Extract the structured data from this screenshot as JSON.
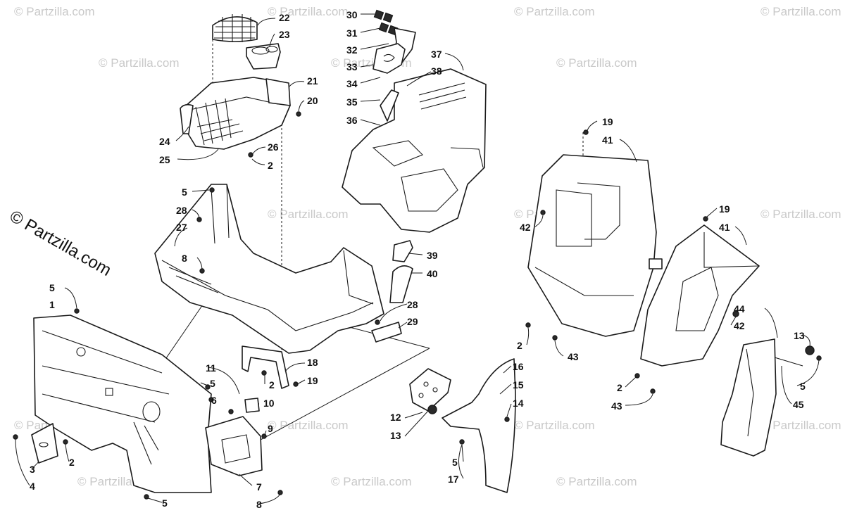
{
  "watermark": {
    "text": "© Partzilla.com",
    "corner_text": "© Partzilla.com"
  },
  "callouts": {
    "c1": "1",
    "c2a": "2",
    "c2b": "2",
    "c2c": "2",
    "c2d": "2",
    "c2e": "2",
    "c3": "3",
    "c4": "4",
    "c5a": "5",
    "c5b": "5",
    "c5c": "5",
    "c5d": "5",
    "c5e": "5",
    "c5f": "5",
    "c6": "6",
    "c7": "7",
    "c8a": "8",
    "c8b": "8",
    "c9": "9",
    "c10": "10",
    "c11": "11",
    "c12": "12",
    "c13a": "13",
    "c13b": "13",
    "c14": "14",
    "c15": "15",
    "c16": "16",
    "c17": "17",
    "c18": "18",
    "c19a": "19",
    "c19b": "19",
    "c19c": "19",
    "c20": "20",
    "c21": "21",
    "c22": "22",
    "c23": "23",
    "c24": "24",
    "c25": "25",
    "c26": "26",
    "c27": "27",
    "c28a": "28",
    "c28b": "28",
    "c29": "29",
    "c30": "30",
    "c31": "31",
    "c32": "32",
    "c33": "33",
    "c34": "34",
    "c35": "35",
    "c36": "36",
    "c37": "37",
    "c38": "38",
    "c39": "39",
    "c40": "40",
    "c41a": "41",
    "c41b": "41",
    "c42a": "42",
    "c42b": "42",
    "c43a": "43",
    "c43b": "43",
    "c44": "44",
    "c45": "45"
  }
}
